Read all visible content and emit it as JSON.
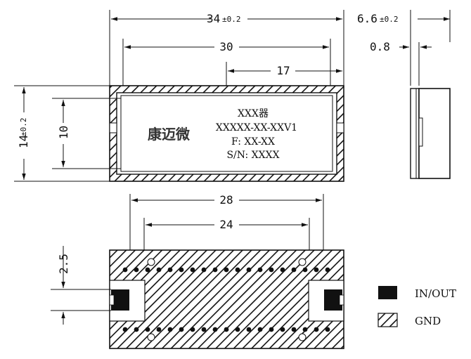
{
  "dimensions": {
    "total_length": "34",
    "total_length_tol": "±0.2",
    "inner_length": "30",
    "offset_length": "17",
    "height": "14",
    "height_tol": "±0.2",
    "inner_height": "10",
    "thickness": "6.6",
    "thickness_tol": "±0.2",
    "lid_offset": "0.8",
    "pad_span_outer": "28",
    "pad_span_inner": "24",
    "pad_height": "2.5"
  },
  "marking": {
    "logo": "康迈微",
    "line1": "XXX器",
    "line2": "XXXXX-XX-XXV1",
    "line3": "F: XX-XX",
    "line4": "S/N: XXXX"
  },
  "legend": [
    {
      "label": "IN/OUT",
      "style": "solid"
    },
    {
      "label": "GND",
      "style": "hatched"
    }
  ],
  "colors": {
    "ink": "#111111",
    "solid": "#111111",
    "paper": "#ffffff"
  }
}
